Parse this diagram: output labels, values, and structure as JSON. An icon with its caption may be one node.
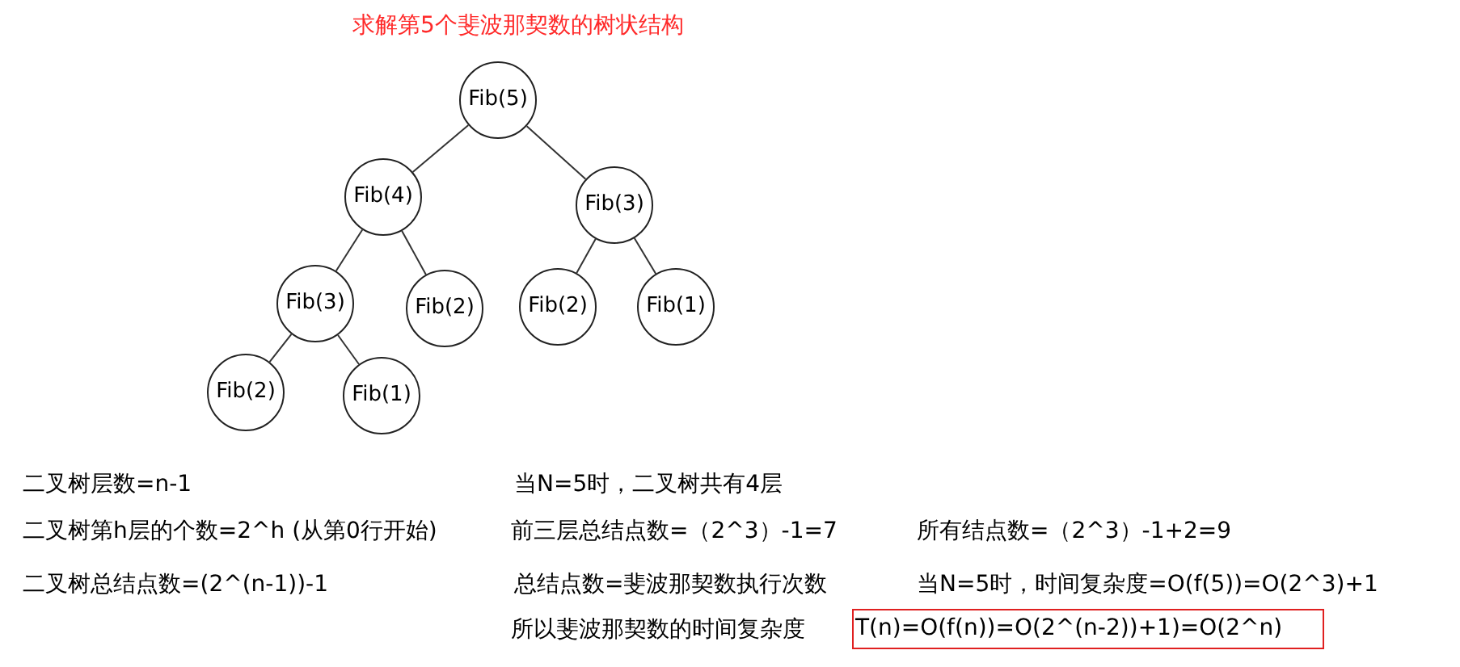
{
  "diagram": {
    "title": "求解第5个斐波那契数的树状结构",
    "nodes": [
      {
        "text": [
          "Fib(5)"
        ]
      },
      {
        "text": [
          "Fib(4)"
        ]
      },
      {
        "text": [
          "Fib(3)"
        ]
      },
      {
        "text": [
          "Fib(3)"
        ]
      },
      {
        "text": [
          "Fib(2)"
        ]
      },
      {
        "text": [
          "Fib(2)"
        ]
      },
      {
        "text": [
          "Fib(1)"
        ]
      },
      {
        "text": [
          "Fib(2)"
        ]
      },
      {
        "text": [
          "Fib(1)"
        ]
      },
      {
        "text": [
          "T(n)=O(f(n))=O(2^(n-2))+1)=O(2^n)"
        ]
      }
    ],
    "edges": [
      {
        "from": 0,
        "to": 1,
        "arrow": "none"
      },
      {
        "from": 0,
        "to": 2,
        "arrow": "none"
      },
      {
        "from": 1,
        "to": 3,
        "arrow": "none"
      },
      {
        "from": 1,
        "to": 4,
        "arrow": "none"
      },
      {
        "from": 2,
        "to": 5,
        "arrow": "none"
      },
      {
        "from": 2,
        "to": 6,
        "arrow": "none"
      },
      {
        "from": 3,
        "to": 7,
        "arrow": "none"
      },
      {
        "from": 3,
        "to": 8,
        "arrow": "none"
      }
    ],
    "labels": [
      "二叉树层数=n-1",
      "当N=5时，二叉树共有4层",
      "二叉树第h层的个数=2^h (从第0行开始)",
      "前三层总结点数=（2^3）-1=7",
      "所有结点数=（2^3）-1+2=9",
      "二叉树总结点数=(2^(n-1))-1",
      "总结点数=斐波那契数执行次数",
      "当N=5时，时间复杂度=O(f(5))=O(2^3)+1",
      "所以斐波那契数的时间复杂度"
    ]
  }
}
